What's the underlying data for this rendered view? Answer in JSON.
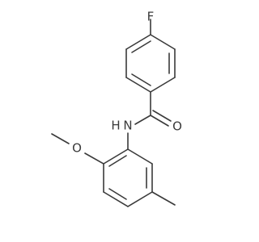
{
  "molecule": {
    "atoms": {
      "fluorine": "F",
      "nitrogen": "N",
      "hydrogen": "H",
      "carbonyl_oxygen": "O",
      "methoxy_oxygen": "O"
    },
    "colors": {
      "bond": "#3a3a3a",
      "label": "#3a3a3a",
      "background": "#ffffff"
    }
  }
}
